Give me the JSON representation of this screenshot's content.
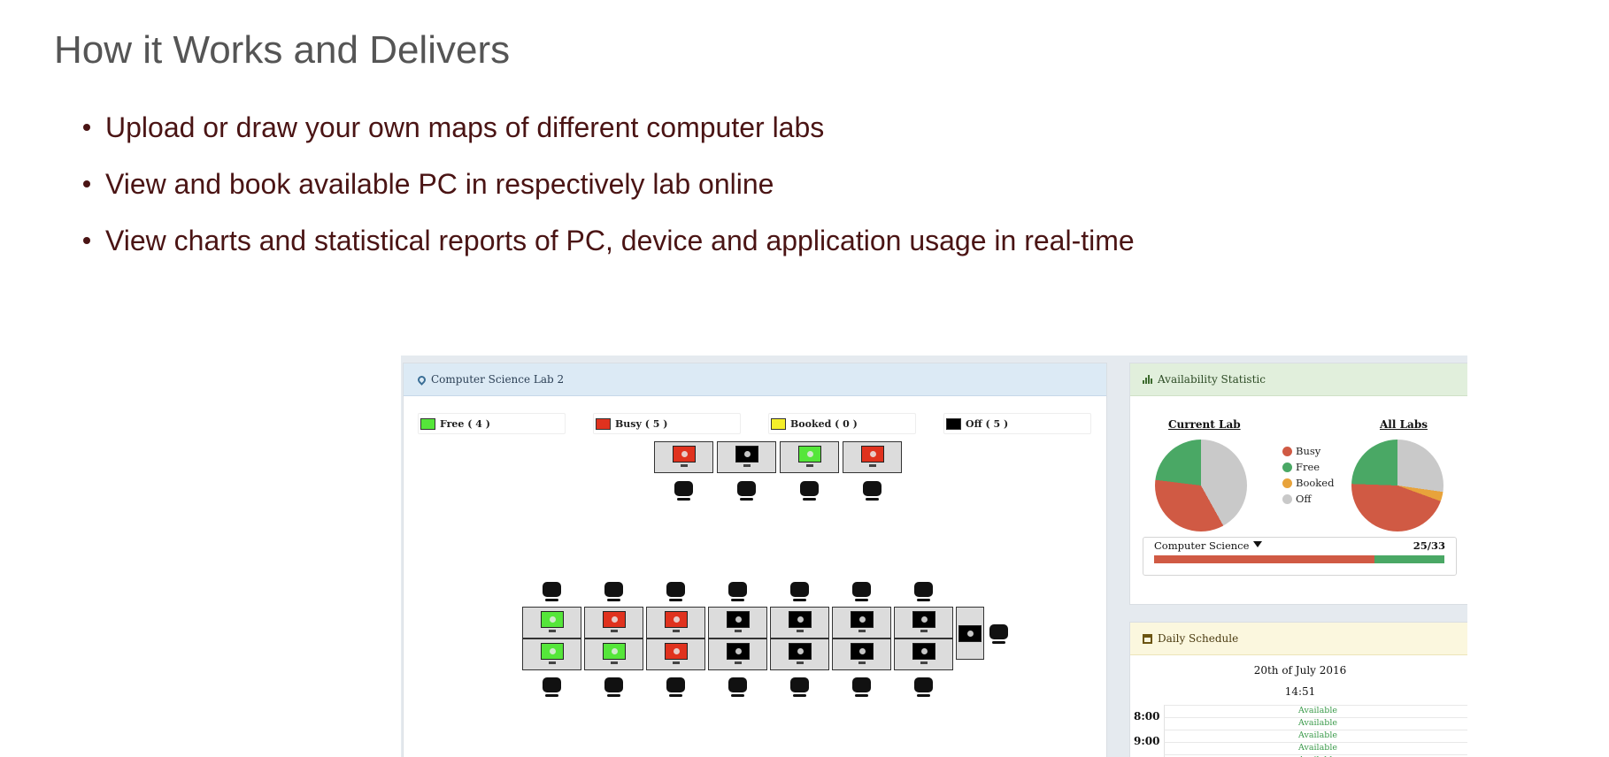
{
  "page": {
    "heading": "How it Works and Delivers",
    "bullets": [
      "Upload or draw your own maps of different computer labs",
      "View and book available PC in respectively lab online",
      "View charts and statistical reports of PC, device and application usage in real-time"
    ]
  },
  "lab_panel": {
    "title": "Computer Science Lab 2",
    "legend": [
      {
        "label": "Free ( 4 )",
        "color": "#55e63a"
      },
      {
        "label": "Busy ( 5 )",
        "color": "#e0321e"
      },
      {
        "label": "Booked ( 0 )",
        "color": "#f4ee2a"
      },
      {
        "label": "Off ( 5 )",
        "color": "#000000"
      }
    ],
    "top_row": [
      "busy",
      "off",
      "free",
      "busy"
    ],
    "cluster_upper": [
      "free",
      "busy",
      "busy",
      "off",
      "off",
      "off",
      "off"
    ],
    "cluster_lower": [
      "free",
      "free",
      "busy",
      "off",
      "off",
      "off",
      "off"
    ],
    "end_seat": "off"
  },
  "availability": {
    "title": "Availability Statistic",
    "current_lab_label": "Current Lab",
    "all_labs_label": "All Labs",
    "legend": [
      {
        "label": "Busy",
        "color": "#d05a44"
      },
      {
        "label": "Free",
        "color": "#4aa865"
      },
      {
        "label": "Booked",
        "color": "#e8a33b"
      },
      {
        "label": "Off",
        "color": "#c9c9c9"
      }
    ],
    "lab_select": "Computer Science",
    "lab_count": "25/33",
    "busy_fraction": 0.758
  },
  "schedule": {
    "title": "Daily Schedule",
    "date": "20th of July 2016",
    "time": "14:51",
    "hours": [
      "8:00",
      "9:00"
    ],
    "slot_status": "Available"
  }
}
